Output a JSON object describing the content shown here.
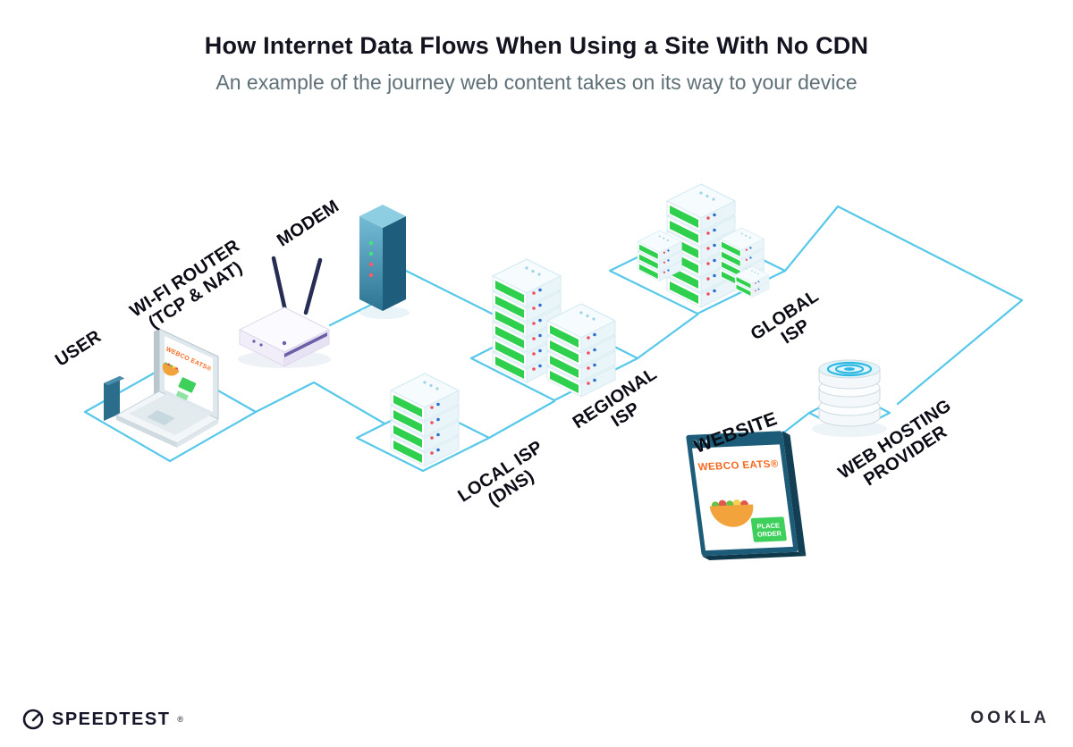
{
  "header": {
    "title": "How Internet Data Flows When Using a Site With No CDN",
    "subtitle": "An example of the journey web content takes on its way to your device"
  },
  "nodes": {
    "user": {
      "label": "USER"
    },
    "wifi_router": {
      "label": "WI-FI ROUTER\n(TCP & NAT)"
    },
    "modem": {
      "label": "MODEM"
    },
    "local_isp": {
      "label": "LOCAL ISP\n(DNS)"
    },
    "regional_isp": {
      "label": "REGIONAL\nISP"
    },
    "global_isp": {
      "label": "GLOBAL\nISP"
    },
    "website": {
      "label": "WEBSITE"
    },
    "web_hosting": {
      "label": "WEB HOSTING\nPROVIDER"
    }
  },
  "website_window": {
    "brand": "WEBCO EATS®",
    "order_line1": "PLACE",
    "order_line2": "ORDER"
  },
  "laptop_screen": {
    "brand": "WEBCO EATS®"
  },
  "footer": {
    "speedtest_label": "SPEEDTEST",
    "speedtest_mark": "®",
    "ookla_label": "OOKLA"
  },
  "colors": {
    "connection_line": "#58C8EA",
    "server_green": "#2FD04D",
    "brand_orange": "#F26A21",
    "frame_teal": "#1D5C78",
    "ink": "#10121F"
  }
}
